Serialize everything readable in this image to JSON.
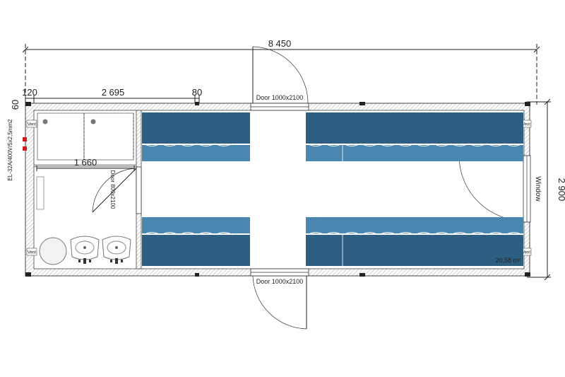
{
  "dimensions": {
    "overall_length": "8 450",
    "overall_width": "2 900",
    "wall_left": "120",
    "shower_block": "2 695",
    "wall_mid": "80",
    "wall_top": "60",
    "toilet_block": "1 660"
  },
  "labels": {
    "door_top": "Door 1000x2100",
    "door_bottom": "Door 1000x2100",
    "door_inner": "Door 800x2100",
    "window": "Window",
    "electric": "EL-32A/400V/5x2,5mm2",
    "area": "20,58 m²",
    "vent": "Vent"
  },
  "colors": {
    "bench_dark": "#2e5f82",
    "bench_light": "#4a87b0",
    "wall_hatch": "#9a9a9a",
    "socket": "#d01c1c"
  }
}
